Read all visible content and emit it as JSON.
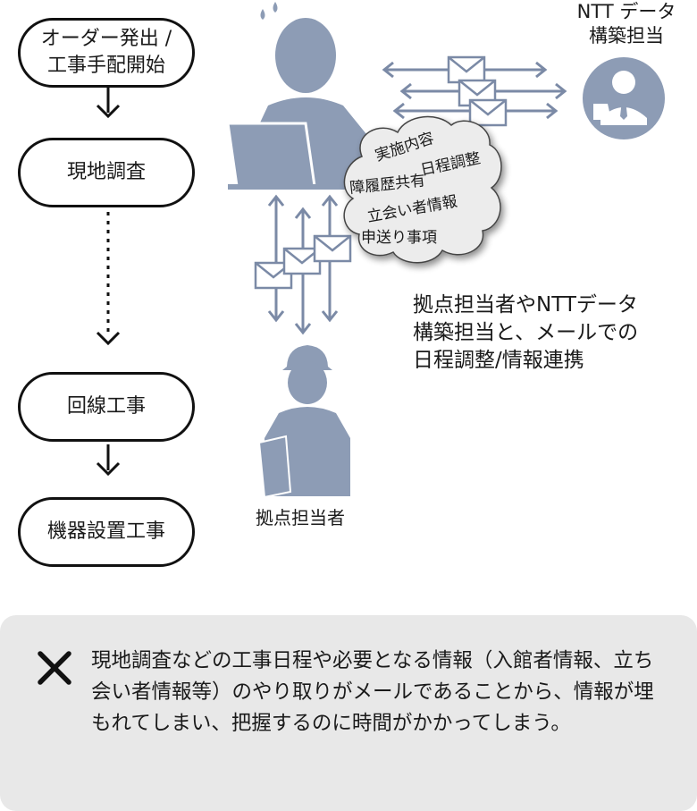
{
  "flow": {
    "step1": "オーダー発出 /\n工事手配開始",
    "step2": "現地調査",
    "step3": "回線工事",
    "step4": "機器設置工事"
  },
  "labels": {
    "ntt": "NTT データ\n構築担当",
    "site": "拠点担当者",
    "description": "拠点担当者やNTTデータ\n構築担当と、メールでの\n日程調整/情報連携"
  },
  "cloud_words": [
    "実施内容",
    "日程調整",
    "障履歴共有",
    "立会い者情報",
    "申送り事項"
  ],
  "remark": {
    "icon": "cross-icon",
    "text": "現地調査などの工事日程や必要となる情報（入館者情報、立ち会い者情報等）のやり取りがメールであることから、情報が埋もれてしまい、把握するのに時間がかかってしまう。"
  },
  "colors": {
    "figure": "#8d9cb5",
    "arrow": "#7b8aa6",
    "panel": "#e8e8e8"
  }
}
